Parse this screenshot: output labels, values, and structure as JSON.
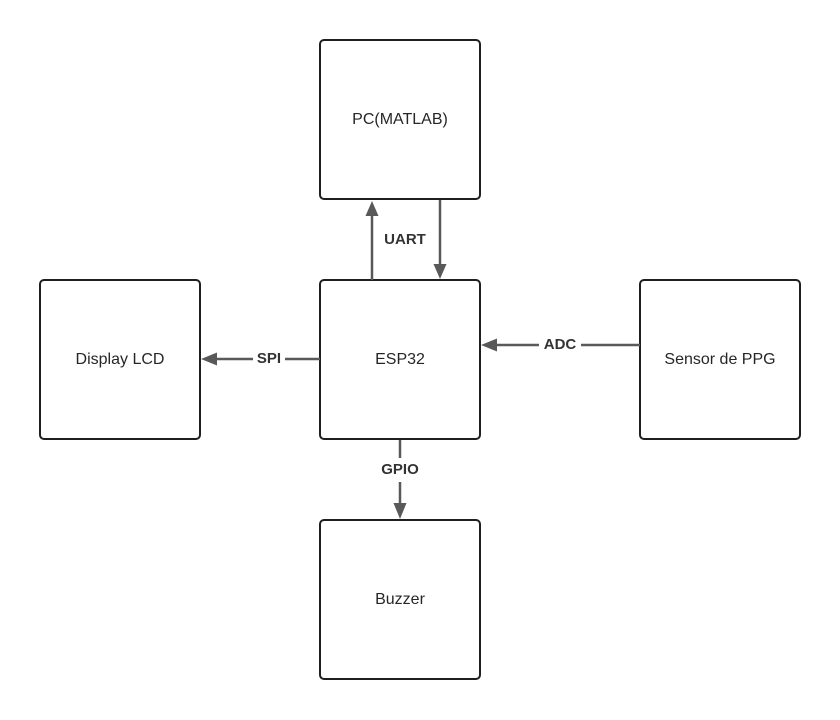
{
  "diagram": {
    "colors": {
      "box_border": "#1f1f1f",
      "box_fill": "#ffffff",
      "connector": "#595959",
      "text": "#262626"
    },
    "nodes": {
      "pc": {
        "label": "PC(MATLAB)"
      },
      "esp32": {
        "label": "ESP32"
      },
      "display": {
        "label": "Display LCD"
      },
      "sensor": {
        "label": "Sensor de PPG"
      },
      "buzzer": {
        "label": "Buzzer"
      }
    },
    "connections": {
      "uart": {
        "label": "UART",
        "from": "ESP32",
        "to": "PC(MATLAB)",
        "direction": "bidirectional"
      },
      "spi": {
        "label": "SPI",
        "from": "ESP32",
        "to": "Display LCD"
      },
      "adc": {
        "label": "ADC",
        "from": "Sensor de PPG",
        "to": "ESP32"
      },
      "gpio": {
        "label": "GPIO",
        "from": "ESP32",
        "to": "Buzzer"
      }
    }
  }
}
